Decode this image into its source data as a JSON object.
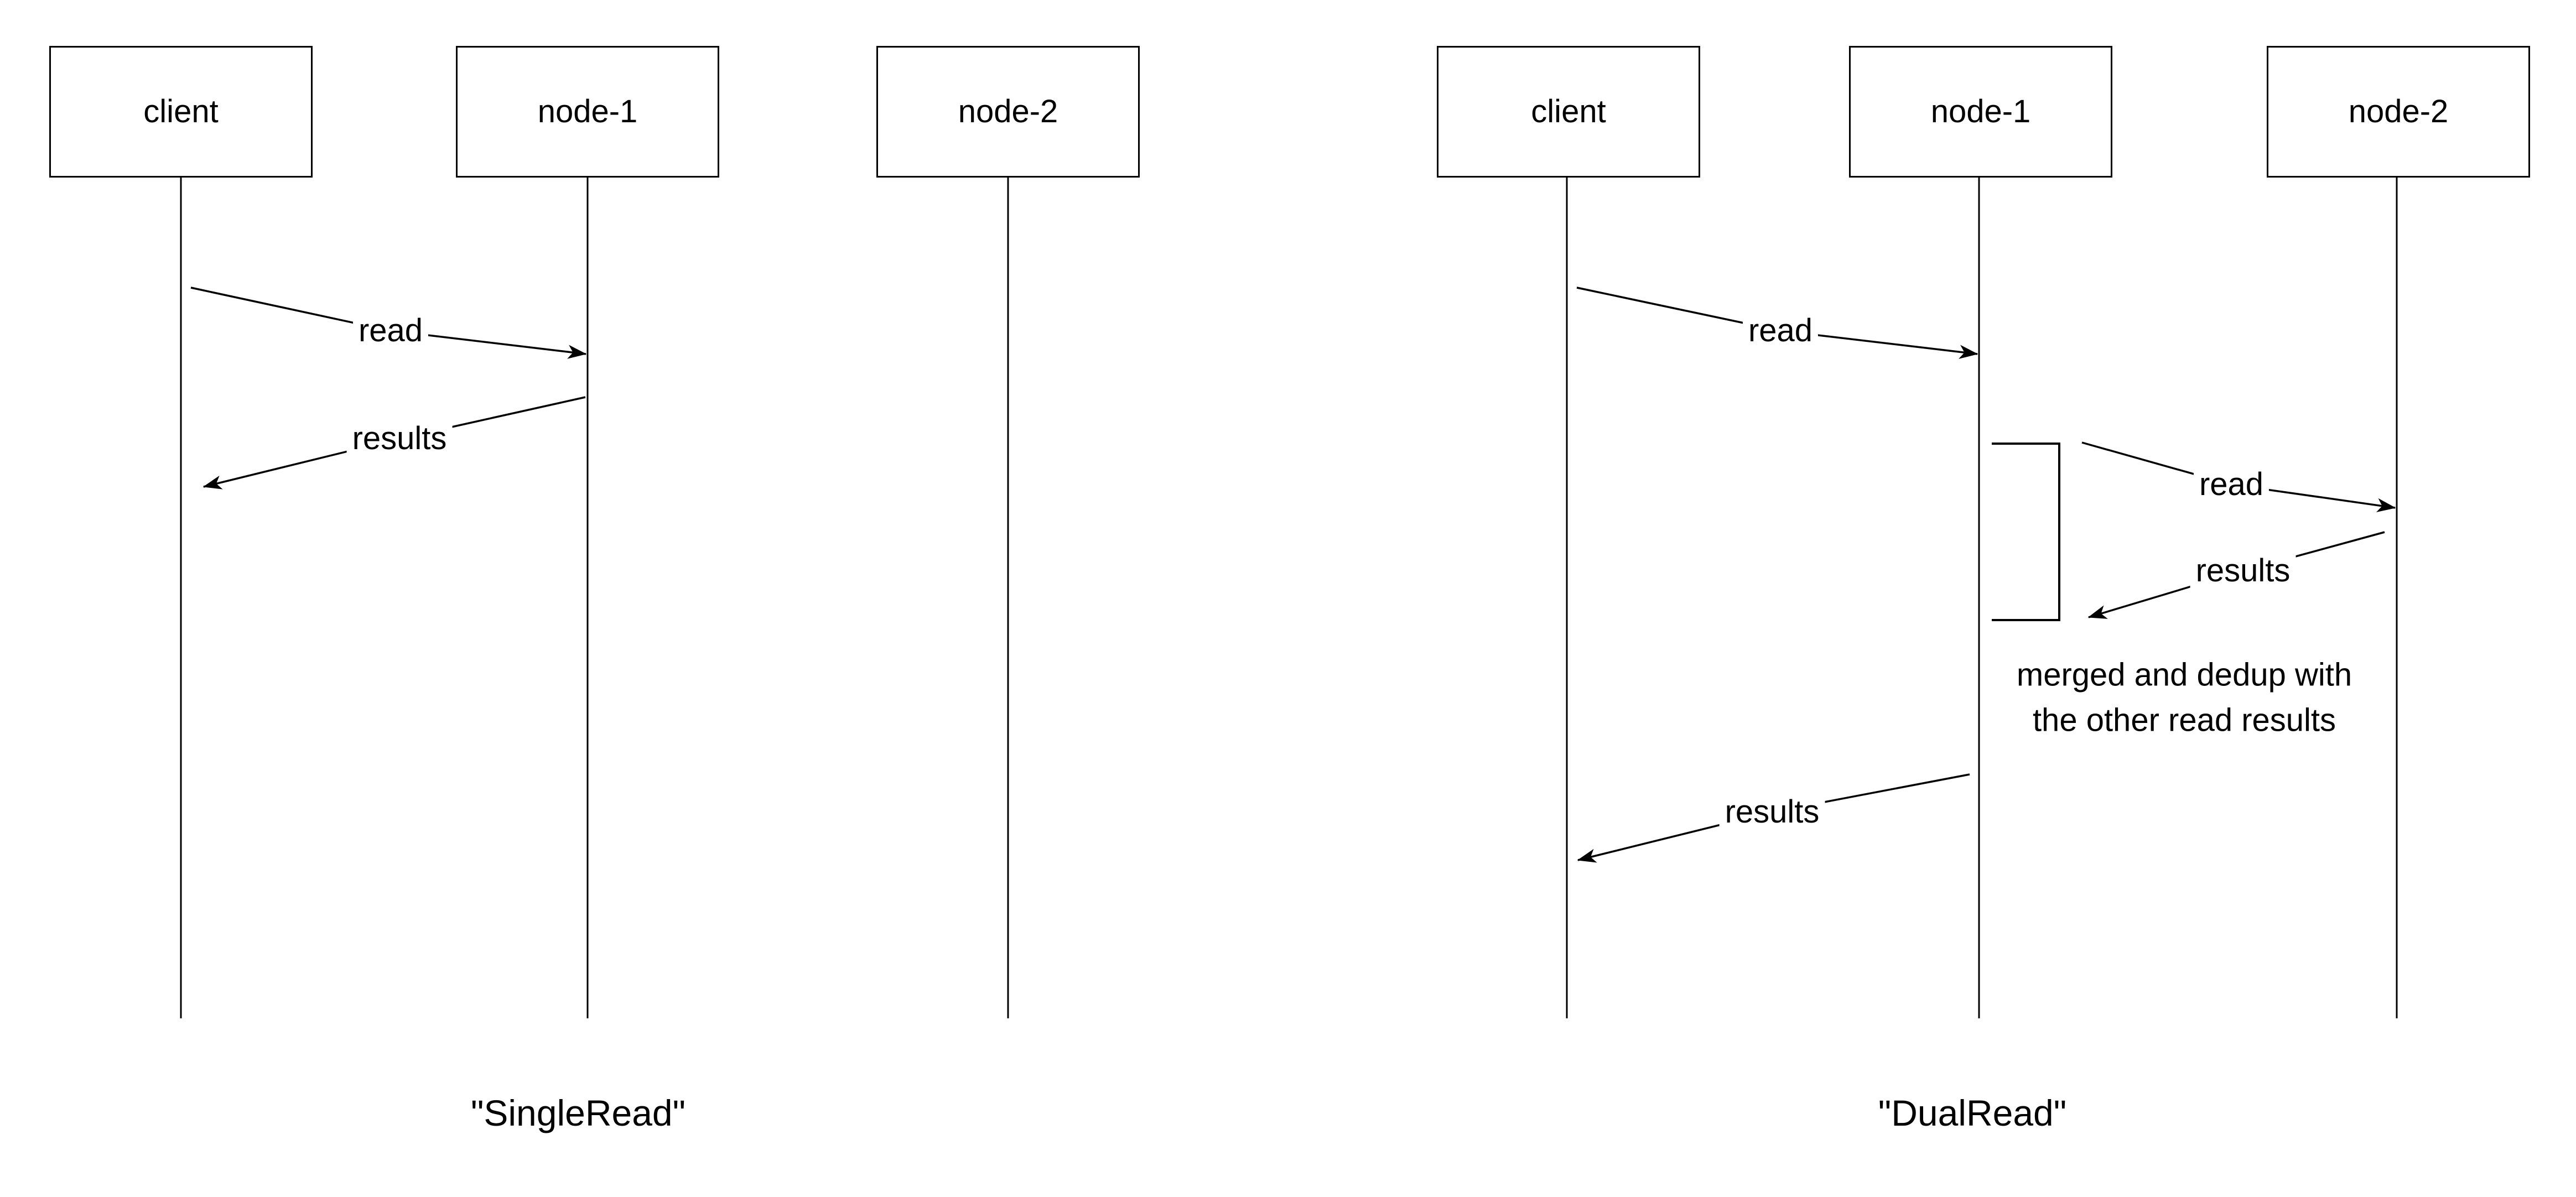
{
  "diagrams": [
    {
      "title": "\"SingleRead\"",
      "actors": [
        {
          "label": "client"
        },
        {
          "label": "node-1"
        },
        {
          "label": "node-2"
        }
      ],
      "messages": [
        {
          "label": "read",
          "from": "client",
          "to": "node-1"
        },
        {
          "label": "results",
          "from": "node-1",
          "to": "client"
        }
      ]
    },
    {
      "title": "\"DualRead\"",
      "actors": [
        {
          "label": "client"
        },
        {
          "label": "node-1"
        },
        {
          "label": "node-2"
        }
      ],
      "messages": [
        {
          "label": "read",
          "from": "client",
          "to": "node-1"
        },
        {
          "label": "read",
          "from": "node-1",
          "to": "node-2"
        },
        {
          "label": "results",
          "from": "node-2",
          "to": "node-1"
        },
        {
          "label": "results",
          "from": "node-1",
          "to": "client"
        }
      ],
      "note": "merged and dedup with\nthe other read results"
    }
  ],
  "colors": {
    "stroke": "#000000",
    "background": "#ffffff"
  }
}
